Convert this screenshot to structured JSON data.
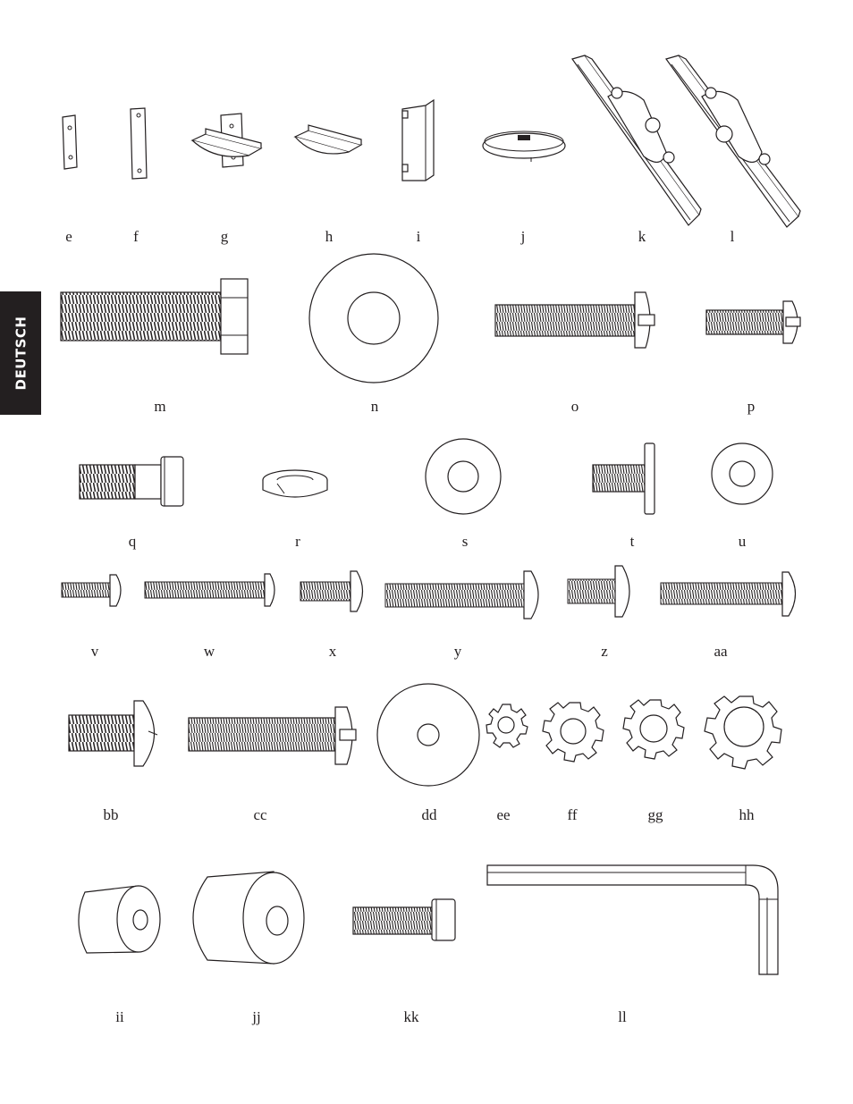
{
  "side_tab": {
    "label": "DEUTSCH"
  },
  "parts": [
    {
      "label": "e"
    },
    {
      "label": "f"
    },
    {
      "label": "g"
    },
    {
      "label": "h"
    },
    {
      "label": "i"
    },
    {
      "label": "j"
    },
    {
      "label": "k"
    },
    {
      "label": "l"
    },
    {
      "label": "m"
    },
    {
      "label": "n"
    },
    {
      "label": "o"
    },
    {
      "label": "p"
    },
    {
      "label": "q"
    },
    {
      "label": "r"
    },
    {
      "label": "s"
    },
    {
      "label": "t"
    },
    {
      "label": "u"
    },
    {
      "label": "v"
    },
    {
      "label": "w"
    },
    {
      "label": "x"
    },
    {
      "label": "y"
    },
    {
      "label": "z"
    },
    {
      "label": "aa"
    },
    {
      "label": "bb"
    },
    {
      "label": "cc"
    },
    {
      "label": "dd"
    },
    {
      "label": "ee"
    },
    {
      "label": "ff"
    },
    {
      "label": "gg"
    },
    {
      "label": "hh"
    },
    {
      "label": "ii"
    },
    {
      "label": "jj"
    },
    {
      "label": "kk"
    },
    {
      "label": "ll"
    }
  ]
}
